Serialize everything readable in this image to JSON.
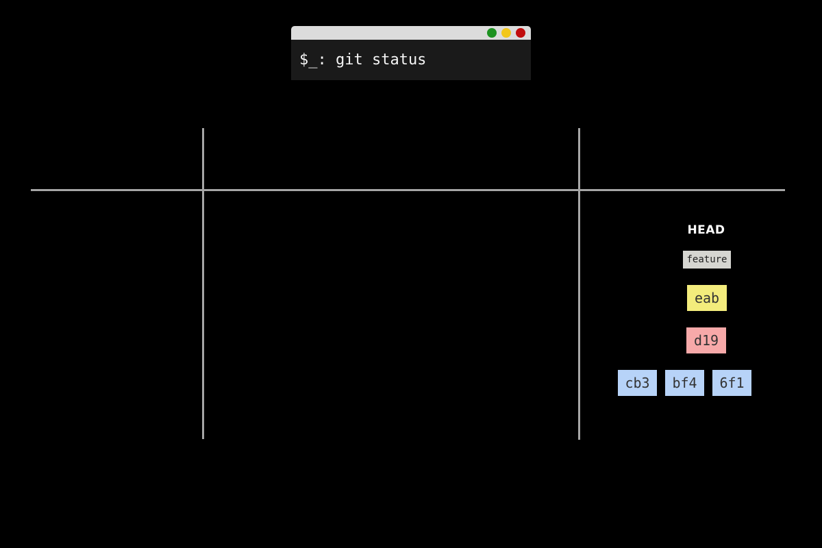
{
  "terminal": {
    "command": "$_: git status",
    "command_color": "#f5f5f5",
    "titlebar_color": "#dcdcdc",
    "body_color": "#1a1a1a",
    "buttons": {
      "green": "#1d9221",
      "yellow": "#f2c71b",
      "red": "#c10c0c"
    }
  },
  "diagram": {
    "line_color": "#a6a6a6",
    "head_label": "HEAD",
    "head_color": "#ffffff",
    "branch_label": "feature",
    "branch_bg": "#d6d6d1",
    "branch_text_color": "#1f1f1f",
    "commit_text_color": "#333333",
    "commits": [
      {
        "id": "eab",
        "bg": "#f3ec7c"
      },
      {
        "id": "d19",
        "bg": "#f7a9a9"
      },
      {
        "id": "cb3",
        "bg": "#b7d3f8"
      },
      {
        "id": "bf4",
        "bg": "#b7d3f8"
      },
      {
        "id": "6f1",
        "bg": "#b7d3f8"
      }
    ]
  }
}
